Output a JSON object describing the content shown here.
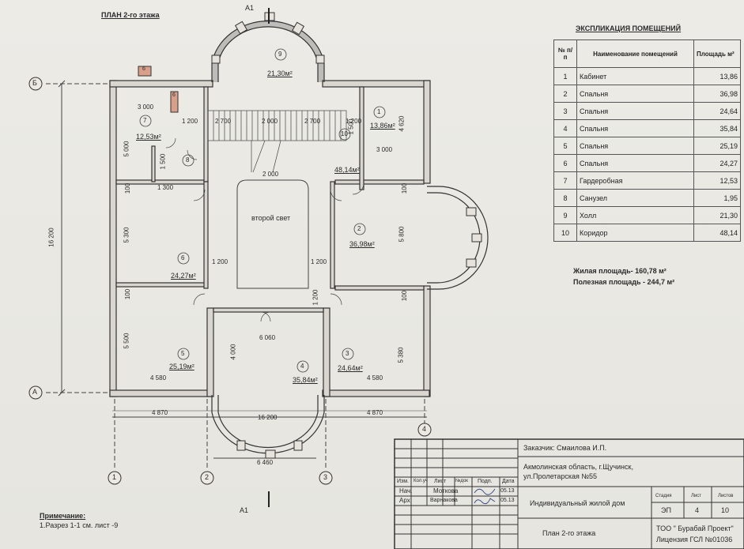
{
  "plan_title": "ПЛАН 2-го этажа",
  "section_marker": "А1",
  "axes": {
    "b": "Б",
    "a": "А",
    "n1": "1",
    "n2": "2",
    "n3": "3",
    "n4": "4"
  },
  "rooms": [
    {
      "no": "9",
      "area": "21,30м²"
    },
    {
      "no": "1",
      "area": "13,86м²"
    },
    {
      "no": "7",
      "area": "12,53м²"
    },
    {
      "no": "8",
      "area": ""
    },
    {
      "no": "10",
      "area": "48,14м²"
    },
    {
      "no": "2",
      "area": "36,98м²"
    },
    {
      "no": "6",
      "area": "24,27м²"
    },
    {
      "no": "5",
      "area": "25,19м²"
    },
    {
      "no": "4",
      "area": "35,84м²"
    },
    {
      "no": "3",
      "area": "24,64м²"
    }
  ],
  "void_label": "второй свет",
  "vent_labels": [
    "6",
    "6"
  ],
  "dims": {
    "d3000a": "3 000",
    "d1200a": "1 200",
    "d2700a": "2 700",
    "d2000a": "2 000",
    "d2700b": "2 700",
    "d1200b": "1 200",
    "d4620": "4 620",
    "d3000b": "3 000",
    "d1500a": "1 500",
    "d5000": "5 000",
    "d1500b": "1 500",
    "d1300": "1 300",
    "d2000b": "2 000",
    "d100a": "100",
    "d100b": "100",
    "d5300": "5 300",
    "d1200c": "1 200",
    "d1200d": "1 200",
    "d5800": "5 800",
    "d16200v": "16 200",
    "d100c": "100",
    "d1200e": "1 200",
    "d100d": "100",
    "d5500": "5 500",
    "d6060": "6 060",
    "d4000": "4 000",
    "d5380": "5 380",
    "d4580a": "4 580",
    "d4580b": "4 580",
    "d4870a": "4 870",
    "d16200h": "16 200",
    "d4870b": "4 870",
    "d6460": "6 460"
  },
  "explication": {
    "title": "ЭКСПЛИКАЦИЯ ПОМЕЩЕНИЙ",
    "headers": {
      "no": "№ п/п",
      "name": "Наименование помещений",
      "area": "Площадь м²"
    },
    "rows": [
      {
        "no": "1",
        "name": "Кабинет",
        "area": "13,86"
      },
      {
        "no": "2",
        "name": "Спальня",
        "area": "36,98"
      },
      {
        "no": "3",
        "name": "Спальня",
        "area": "24,64"
      },
      {
        "no": "4",
        "name": "Спальня",
        "area": "35,84"
      },
      {
        "no": "5",
        "name": "Спальня",
        "area": "25,19"
      },
      {
        "no": "6",
        "name": "Спальня",
        "area": "24,27"
      },
      {
        "no": "7",
        "name": "Гардеробная",
        "area": "12,53"
      },
      {
        "no": "8",
        "name": "Санузел",
        "area": "1,95"
      },
      {
        "no": "9",
        "name": "Холл",
        "area": "21,30"
      },
      {
        "no": "10",
        "name": "Коридор",
        "area": "48,14"
      }
    ],
    "living": "Жилая площадь- 160,78 м²",
    "useful": "Полезная площадь  - 244,7 м²"
  },
  "note": {
    "title": "Примечание:",
    "text": "1.Разрез 1-1 см. лист -9"
  },
  "title_block": {
    "customer": "Заказчик: Смаилова И.П.",
    "address1": "Акмолинская область, г.Щучинск,",
    "address2": "ул.Пролетарская №55",
    "col_izm": "Изм.",
    "col_kol": "Кол.уч",
    "col_list": "Лист",
    "col_doc": "№док",
    "col_sign": "Подп.",
    "col_date": "Дата",
    "row1_role": "Нач.",
    "row1_name": "Моткова",
    "row1_date": "05.13",
    "row2_role": "Арх.",
    "row2_name": "Варнакова",
    "row2_date": "05.13",
    "project": "Индивидуальный жилой дом",
    "stage_h": "Стадия",
    "sheet_h": "Лист",
    "sheets_h": "Листов",
    "stage": "ЭП",
    "sheet": "4",
    "sheets": "10",
    "drawing": "План 2-го этажа",
    "org1": "ТОО \" Бурабай Проект\"",
    "org2": "Лицензия  ГСЛ №01036"
  }
}
